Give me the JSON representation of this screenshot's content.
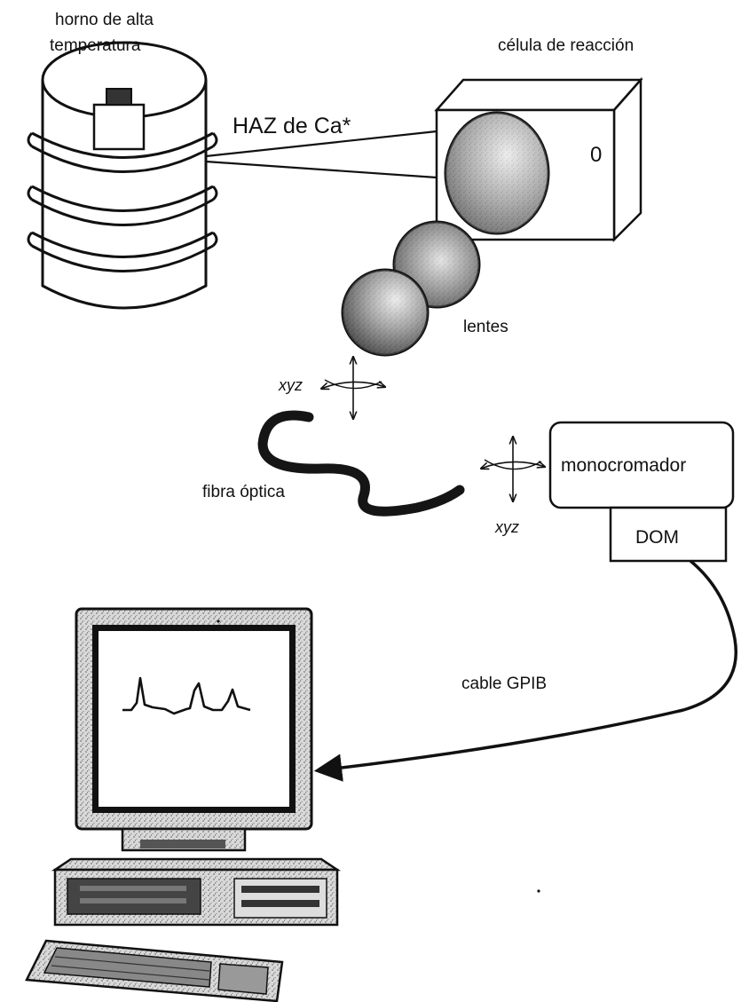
{
  "labels": {
    "furnace_line1": "horno de alta",
    "furnace_line2": "temperatura",
    "reaction_cell": "célula de reacción",
    "beam": "HAZ de Ca*",
    "cell_window_mark": "0",
    "lenses": "lentes",
    "xyz_left": "xyz",
    "xyz_right": "xyz",
    "fiber": "fibra óptica",
    "monochromator": "monocromador",
    "dom": "DOM",
    "cable": "cable GPIB"
  }
}
